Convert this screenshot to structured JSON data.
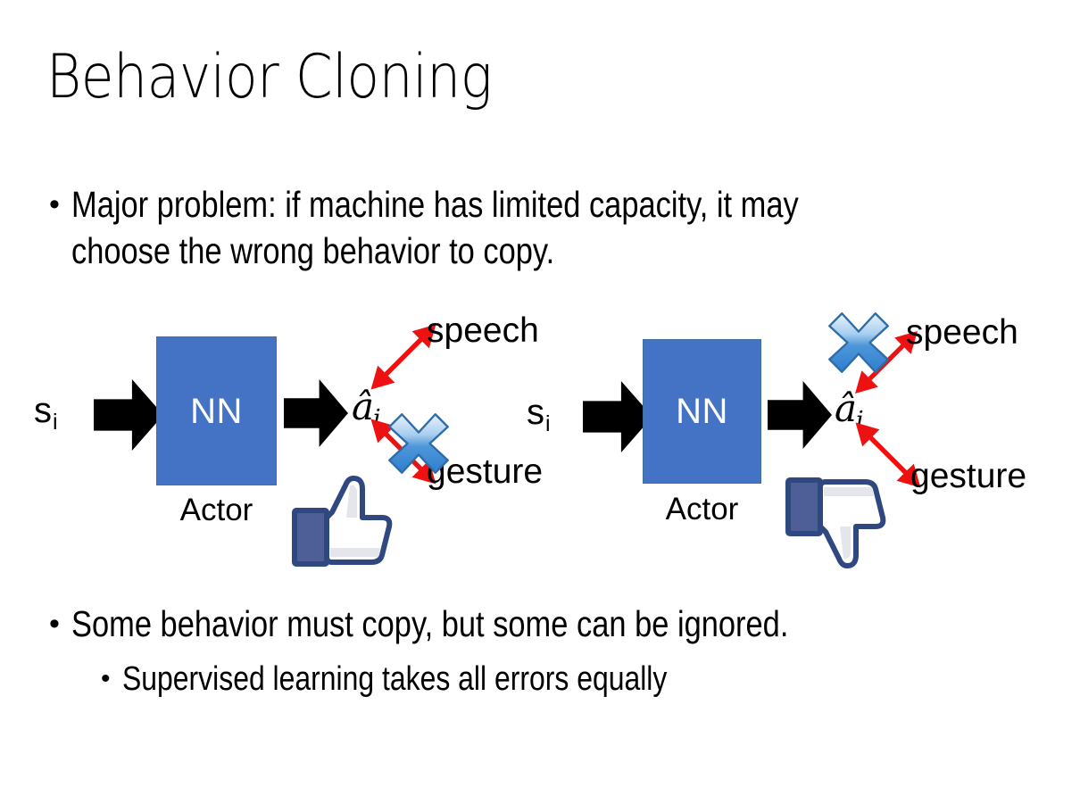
{
  "slide": {
    "title": "Behavior Cloning",
    "background_color": "#ffffff"
  },
  "bullets": {
    "top": "Major problem: if machine has limited capacity, it may choose the wrong behavior to copy.",
    "bottom_level1": "Some behavior must copy, but some can be ignored.",
    "bottom_level2": "Supervised learning takes all errors equally",
    "marker": "•"
  },
  "colors": {
    "nn_box_fill": "#4472C4",
    "nn_box_stroke": "#41719C",
    "nn_label": "#ffffff",
    "arrow_black": "#000000",
    "arrow_red": "#EE1111",
    "x_mark_blue_light": "#D7E8FA",
    "x_mark_blue_dark": "#2E7FD0",
    "x_mark_outline": "#2E6CA8",
    "thumb_outline": "#3B5998",
    "thumb_cuff": "#4E5F98",
    "thumb_fill": "#ffffff",
    "thumb_shade": "#E4E6EB",
    "text": "#000000"
  },
  "diagrams": [
    {
      "id": "left",
      "state_label": "s",
      "state_subscript": "i",
      "model_label": "NN",
      "model_caption": "Actor",
      "output_label": "â",
      "output_subscript": "i",
      "branch_top": "speech",
      "branch_bottom": "gesture",
      "crossed_branch": "gesture",
      "verdict_icon": "thumbs-up-icon",
      "verdict": "approved"
    },
    {
      "id": "right",
      "state_label": "s",
      "state_subscript": "i",
      "model_label": "NN",
      "model_caption": "Actor",
      "output_label": "â",
      "output_subscript": "i",
      "branch_top": "speech",
      "branch_bottom": "gesture",
      "crossed_branch": "speech",
      "verdict_icon": "thumbs-down-icon",
      "verdict": "rejected"
    }
  ]
}
